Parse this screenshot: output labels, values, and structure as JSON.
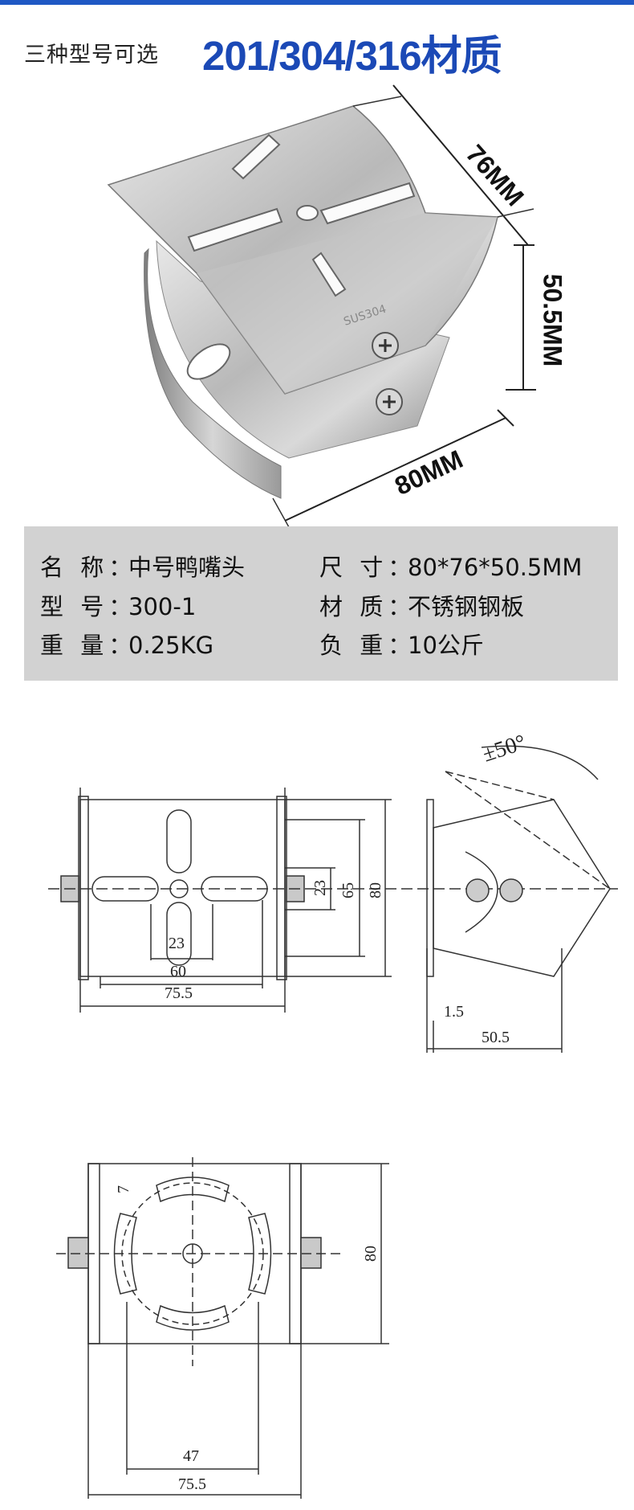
{
  "header": {
    "subtitle": "三种型号可选",
    "title": "201/304/316材质"
  },
  "photo_dims": {
    "depth": "76MM",
    "height": "50.5MM",
    "width": "80MM",
    "stamp": "SUS304"
  },
  "specs": [
    {
      "label": "名 称：",
      "value": "中号鸭嘴头"
    },
    {
      "label": "尺 寸：",
      "value": "80*76*50.5MM"
    },
    {
      "label": "型 号：",
      "value": "300-1"
    },
    {
      "label": "材 质：",
      "value": "不锈钢钢板"
    },
    {
      "label": "重 量：",
      "value": "0.25KG"
    },
    {
      "label": "负 重：",
      "value": "10公斤"
    }
  ],
  "drawing": {
    "front": {
      "d1": "23",
      "d2": "65",
      "d3": "80",
      "d4": "23",
      "d5": "60",
      "d6": "75.5"
    },
    "side": {
      "angle": "±50°",
      "d1": "1.5",
      "d2": "50.5"
    },
    "bottom": {
      "d1": "7",
      "d2": "80",
      "d3": "47",
      "d4": "75.5"
    }
  },
  "colors": {
    "accent": "#1f58c4",
    "title": "#1b49b6",
    "spec_bg": "#d2d2d2"
  }
}
